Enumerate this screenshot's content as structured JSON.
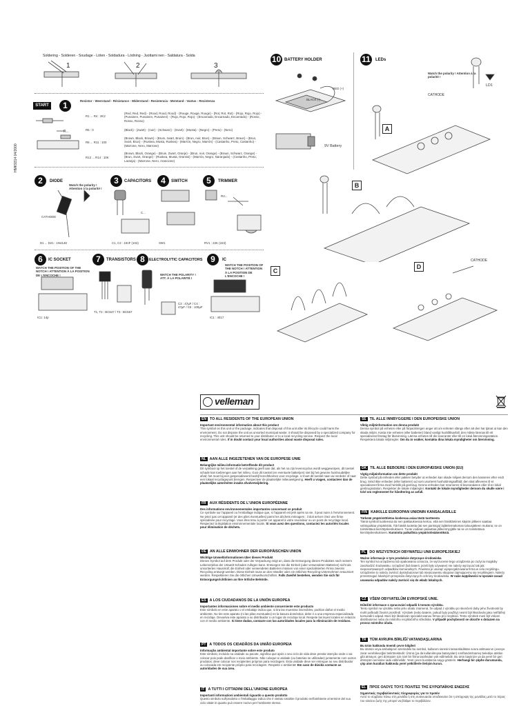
{
  "soldering_header": "Soldering - Solderen - Soudage - Löten - Soldadura - Lödning - Juottami nen - Saldatura - Solda",
  "solder_steps": [
    "1",
    "2",
    "3"
  ],
  "start_label": "START",
  "resistor_header": "Resistor - Weerstand - Résistance - Widerstand - Resistencia - Motstand - Vastus - Resistenza",
  "resistors": [
    {
      "ref": "R1 ... R4 : 2K2",
      "colors": "(Red, Red, Red) - (Rood, Rood, Rood) - (Rouge, Rouge, Rouge) - (Rot, Rot, Rot) - (Rojo, Rojo, Rojo) - (Punainen, Punainen, Punainen) - (Rojo, Rojo, Rojo) - (Encarnado, Encarnado, Encarnado) - (Rosso, Rosso, Rosso)"
    },
    {
      "ref": "R5 : 0",
      "colors": "(Black) - (zwart) - (noir) - (Schwarz) - (Svart) - (Musta) - (Negro) - (Preto) - (Nero)"
    },
    {
      "ref": "R6 ... R11 : 100",
      "colors": "(Brown, Black, Brown) - (Bruin, zwart, Bruin) - (Brun, noir, Brun) - (Braun, Schwarz, Braun) - (Brun, Svart, Brun) - (Ruskea, Musta, Ruskea) - (Marrón, Negro, Marrón) - (Castanho, Preto, Castanho) - (Marrone, Nero, Marrone)"
    },
    {
      "ref": "R12 ... R14 : 10K",
      "colors": "(Brown, Black, Orange) - (Bruin, Zwart, Oranje) - (Brun, noir, Orange) - (Braun, Schwarz, Orange) - (Brun, Svart, Orange) - (Ruskea, Musta, Oranssi) - (Marrón, Negro, Naranjado) - (Castanho, Preto, Laranja) - (Marrone, Nero, Arancione)"
    }
  ],
  "side_code": "HMK9314 04/2000",
  "steps": [
    {
      "num": "2",
      "title": "DIODE",
      "note": "Watch the polarity ! Attention à la polarité !",
      "part": "CATHODE",
      "value": "D1 ... D21 : 1N4148"
    },
    {
      "num": "3",
      "title": "CAPACITORS",
      "note": "",
      "part": "C...",
      "value": "C1, C2 : 10nF (104)"
    },
    {
      "num": "4",
      "title": "SWITCH",
      "note": "",
      "part": "",
      "value": "SW1"
    },
    {
      "num": "5",
      "title": "TRIMMER",
      "note": "",
      "part": "RV...",
      "value": "RV1 : 22K (223)"
    },
    {
      "num": "6",
      "title": "IC SOCKET",
      "note": "WATCH THE POSITION OF THE NOTCH ! ATTENTION À LA POSITION DE L'ENCOCHE !",
      "part": "",
      "value": "IC1: 14p"
    },
    {
      "num": "7",
      "title": "TRANSISTORS",
      "note": "",
      "part": "",
      "value": "T1, T2 : BC547 / T3 : BC557"
    },
    {
      "num": "8",
      "title": "ELECTROLYTIC CAPACITORS",
      "note": "WATCH THE POLARITY ! ATT. À LA POLARITÉ !",
      "part": "",
      "value": "C3 : 47µF / C4 : 47µF / C5 : 100µF"
    },
    {
      "num": "9",
      "title": "IC",
      "note": "WATCH THE POSITION OF THE NOTCH ! ATTENTION À LA POSITION DE L'ENCOCHE !",
      "part": "",
      "value": "IC1 : 4017"
    }
  ],
  "battery": {
    "num": "10",
    "title": "BATTERY HOLDER",
    "red": "RED (+)",
    "black": "BLACK (-)",
    "battery": "9V Battery"
  },
  "leds": {
    "num": "11",
    "title": "LEDs",
    "note": "Watch the polarity ! Attention à la polarité !",
    "cathode": "CATHODE",
    "ld": "LD1",
    "views": [
      "A",
      "B",
      "C",
      "D"
    ],
    "cathode2": "CATHODE"
  },
  "brand": "velleman",
  "weee": {
    "sections": [
      {
        "code": "EN",
        "title": "TO ALL RESIDENTS OF THE EUROPEAN UNION",
        "sub": "Important environmental information about this product",
        "body": "This symbol on this unit or the package, indicates that disposal of this unit after its lifecycle could harm the environment. Do not dispose the unit as unsorted municipal waste; it should be disposed by a specialized company for recycling. This unit should be returned to your distributor or to a local recycling service. Respect the local environmental rules.",
        "bold": "If in doubt contact your local authorities about waste disposal rules."
      },
      {
        "code": "NL",
        "title": "AAN ALLE INGEZETENEN VAN DE EUROPESE UNIE",
        "sub": "Belangrijke milieu-informatie betreffende dit product",
        "body": "Dit symbool op het toestel of de verpakking geeft aan dat, als het na zijn levenscyclus wordt weggeworpen, dit toestel schade kan toebrengen aan het milieu. Gooi dit toestel (en eventuele batterijen) niet bij het gewone huishoudelijke afval; het moet bij een gespecialiseerd bedrijf terechtkomen voor recyclage. U moet dit toestel naar uw verdeler of naar een lokaal recyclagepunt brengen. Respecteer de plaatselijke milieuwetgeving.",
        "bold": "Heeft u vragen, contacteer dan de plaatselijke autoriteiten inzake afvalverwijdering."
      },
      {
        "code": "FR",
        "title": "AUX RÉSIDENTS DE L'UNION EUROPÉENNE",
        "sub": "Des informations environnementales importantes concernant ce produit",
        "body": "Ce symbole sur l'appareil ou l'emballage indique que, si l'appareil est jeté après sa vie, il peut nuire à l'environnement. Ne jetez pas cet appareil (et des piles éventuelles) parmi les déchets ménagers ; il doit arriver chez une firme spécialisée pour recyclage. Vous êtes tenu à porter cet appareil à votre revendeur ou un point de recyclage local. Respectez la législation environnementale locale.",
        "bold": "Si vous avez des questions, contactez les autorités locales pour élimination de déchets."
      },
      {
        "code": "DE",
        "title": "AN ALLE EINWOHNER DER EUROPÄISCHEN UNION",
        "sub": "Wichtige Umweltinformationen über dieses Produkt",
        "body": "Dieses Symbol auf dem Produkt oder der Verpackung zeigt an, dass die Entsorgung dieses Produktes nach seinem Lebenszyklus der Umwelt Schaden zufügen kann. Entsorgen Sie die Einheit (oder verwendeten Batterien) nicht als unsortiertes Hausmüll; die Einheit oder verwendeten Batterien müssen von einer spezialisierten Firma zwecks Recycling entsorgt werden. Diese Einheit muss an den Händler oder ein örtliches Recycling-Unternehmen retourniert werden. Respektieren Sie die örtlichen Umweltvorschriften.",
        "bold": "Falls Zweifel bestehen, wenden Sie sich für Entsorgungsrichtlinien an Ihre örtliche Behörde."
      },
      {
        "code": "ES",
        "title": "A LOS CIUDADANOS DE LA UNIÓN EUROPEA",
        "sub": "Importantes informaciones sobre el medio ambiente concerniente este producto",
        "body": "Este símbolo en este aparato o el embalaje indica que, si tira las muestras inservibles, podrían dañar el medio ambiente. No tire este aparato (ni las pilas eventuales) en la basura doméstica; debe ir a una empresa especializada en reciclaje. Devuelva este aparato a su distribuidor o un lugar de reciclaje local. Respete las leyes locales en relación con el medio ambiente.",
        "bold": "Si tiene dudas, contacte con las autoridades locales para la eliminación de residuos."
      },
      {
        "code": "PT",
        "title": "A TODOS OS CIDADÃOS DA UNIÃO EUROPEIA",
        "sub": "Informação ambiental importante sobre este produto",
        "body": "Este símbolo, incluído na unidade ou pacote, significa que após o seu ciclo de vida deve prestar atenção onde o vai colocar pois pode danificar o meio ambiente. Não coloque a unidade (ou baterias se utilizadas) juntamente com outros produtos; deve colocar nos recipientes próprios para reciclagem. Esta unidade deve ser entregue ao seu distribuidor ou colocada em recipiente próprio para reciclagem. Respeite o ambiente!",
        "bold": "Em caso de dúvida contacte as autoridades de sua área."
      },
      {
        "code": "IT",
        "title": "A TUTTI I CITTADINI DELL'UNIONE EUROPEA",
        "sub": "Importanti informazioni ambientali riguardo a questo prodotto",
        "body": "Questo simbolo sull'prodotto o l'imballaggio indica che è vietato smaltire il prodotto nell'ambiente al termine del suo ciclo vitale in quanto può essere nocivo per l'ambiente stesso.",
        "bold": ""
      },
      {
        "code": "SE",
        "title": "TIL ALLE INNBYGGERE I DEN EUROPEISKE UNION",
        "sub": "Viktig miljöinformation om denna produkt",
        "body": "Denna symbol på enheten eller på förpackningen anger att om enheten slängs efter att den har tjänat ut kan den skada miljön. Kasta inte enheten (eller batterier) bland vanligt hushållsavfall; den måste lämnas till ett specialiserat företag för återvinning. Lämna enheten till din leverantör eller till en lokal återvinningsstation. Respektera lokala miljöregler.",
        "bold": "Om du är osäker, kontakta dina lokala myndigheter om återvinning."
      },
      {
        "code": "DK",
        "title": "TIL ALLE BEBOERE I DEN EUROPÆISKE UNION (EU)",
        "sub": "Vigtig miljøinformation om dette produkt",
        "body": "Dette symbol på enheden eller pakken betyder at enheden kan skade miljøet dersom den kasseres efter endt brug. Smid ikke enheden (eller batterier) ud som usorteret husholdningsaffald; den skal afleveres til et specialiseret firma med henblik på genbrug. Denne enheden bør returneres til leverandøren eller til en lokal genbrugsstation. Respekter de lokale miljøregler.",
        "bold": "Kontakt de lokale myndigheder dersom du skulle være i tvivl om reglementet for håndtering av avfall."
      },
      {
        "code": "FIN",
        "title": "KAIKILLE EUROOPAN UNIONIN KANSALAISILLE",
        "sub": "Tärkeää ympäristötietoa koskevaa asiaa tästä tuotteesta",
        "body": "Tämä symboli tuotteessa tai sen pakkauksessa kertoo, että sen hävittäminen käytön jälkeen saattaa vahingoittaa ympäristöä. Älä hävitä tuotetta (tai sen paristoja) lajittelemattoman talousjätteen mukana; se on toimitettava kierrätyskeskukseen. Tuote voidaan palauttaa jälleenmyyjälle tai se on toimitettava kierrätyskeskukseen.",
        "bold": "Kunnioita paikallisia ympäristösäännöksiä."
      },
      {
        "code": "PL",
        "title": "DO WSZYSTKICH OBYWATELI UNII EUROPEJSKIEJ",
        "sub": "Ważne informacje o tym produkcie dotyczące środowiska",
        "body": "Ten symbol na urządzeniu lub opakowaniu oznacza, że wyrzucenie tego urządzenia po zużyciu mogłoby zaszkodzić środowisku. Urządzeń (lub baterii, jeżeli były używane) nie należy wyrzucać tak jak nieposortowanych odpadków komunalnych. Powinna je usunąć wyspecjalizowana firma w celu recyklingu. Urządzenie to należy zwrócić dystrybutorowi lub miejscowemu skupowi zajmującemu się recyklingiem. Należy przestrzegać lokalnych przepisów dotyczących ochrony środowiska.",
        "bold": "W razie wątpliwości w sprawie zasad usuwania odpadów należy zwrócić się do władz lokalnych."
      },
      {
        "code": "CZ",
        "title": "VŠEM OBYVATELŮM EVROPSKÉ UNIE.",
        "sub": "Důležité informace o zpracování odpadů k tomuto výrobku.",
        "body": "Tento symbol na výrobku nebo jeho obalu znamená, že odpad z výrobku po skončení doby jeho životnosti by mohl poškodit životní prostředí. Výrobek (nebo baterie, pokud byly použity) nesmí být likvidován jako netříděný komunální odpad. Musí být likvidován specializovanou firmou pro recyklaci. Tento výrobek musí být vrácen distributorovi nebo do místního recyklačního střediska.",
        "bold": "V případě pochybností se obraťte s dotazem na provoz místního úřadu."
      },
      {
        "code": "TR",
        "title": "TÜM AVRUPA BİRLİĞİ VATANDAŞLARINA",
        "sub": "Bu ürün hakkında önemli çevre bilgileri",
        "body": "Bu ürünün veya ambalajının üzerindeki bu sembol, kullanım süresini tamamladıktan sonra atılmasının çevreye zarar verebileceğini belirtmektedir. Ürünü (ya da kullanılmışsa bataryaları) sınıflandırılmamış belediye atıkları gibi atmayın; geri dönüşüm için özel bir firma tarafından yok edilmelidir. Bu ürün bayiinize ya da yerel bir geri dönüşüm servisine iade edilmelidir. Yerel çevre kurallarına saygı gösterin.",
        "bold": "Herhangi bir şüphe durumunda, çöp atım kuralları hakkında yerel yetkililerle iletişim kurun."
      },
      {
        "code": "EL",
        "title": "ΠΡΟΣ ΟΛΟΥΣ ΤΟΥΣ ΠΟΛΙΤΕΣ ΤΗΣ ΕΥΡΩΠΑΪΚΗΣ ΕΝΩΣΗΣ",
        "sub": "Σημαντικές περιβαλλοντικές πληροφορίες για το προϊόν",
        "body": "Αυτό το σύμβολο πάνω στη μονάδα ή στη συσκευασία υποδεικνύει ότι η απόρριψη της μονάδας μετά το πέρας του κύκλου ζωής της μπορεί να βλάψει το περιβάλλον.",
        "bold": ""
      }
    ]
  }
}
